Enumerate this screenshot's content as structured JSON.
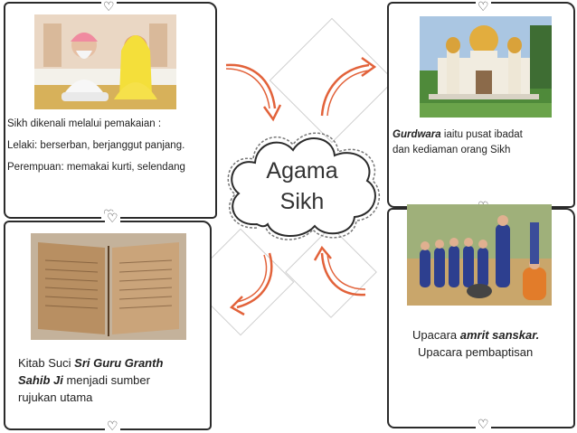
{
  "center": {
    "line1": "Agama",
    "line2": "Sikh"
  },
  "top_left": {
    "lines": [
      "Sikh dikenali  melalui pemakaian  :",
      "Lelaki: berserban, berjanggut panjang.",
      "Perempuan: memakai kurti, selendang"
    ]
  },
  "top_right": {
    "bold_italic": "Gurdwara",
    "rest": " iaitu pusat ibadat",
    "line2": "dan kediaman orang Sikh"
  },
  "bottom_left": {
    "prefix": "Kitab Suci ",
    "title_part1": "Sri Guru Granth",
    "title_part2": "Sahib Ji",
    "suffix": " menjadi sumber",
    "line3": "rujukan utama"
  },
  "bottom_right": {
    "prefix": "Upacara ",
    "bold_italic": "amrit sanskar.",
    "line2": "Upacara pembaptisan"
  },
  "colors": {
    "arrow": "#e2623a",
    "frame": "#2b2b2b"
  }
}
